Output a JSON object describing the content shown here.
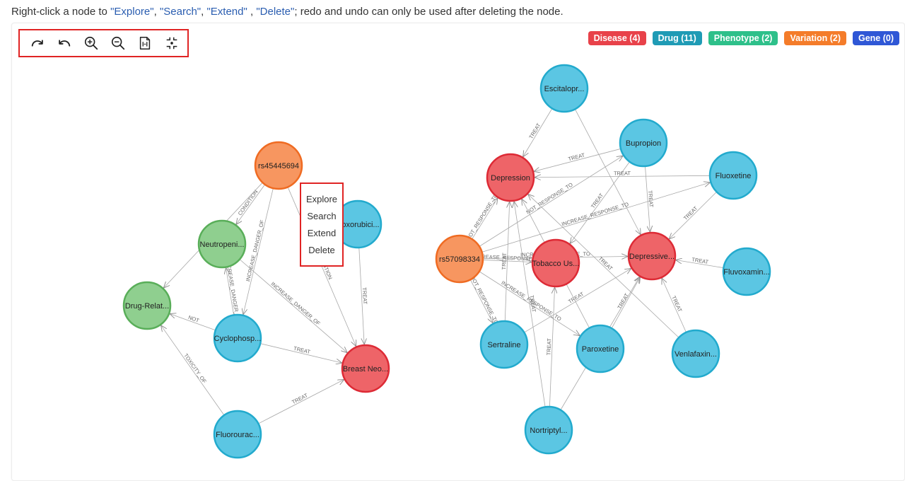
{
  "instruction": {
    "prefix": "Right-click a node to ",
    "explore": "\"Explore\"",
    "sep1": ", ",
    "search": "\"Search\"",
    "sep2": ", ",
    "extend": "\"Extend\"",
    "sep3": " , ",
    "delete": "\"Delete\"",
    "suffix": "; redo and undo can only be used after deleting the node."
  },
  "toolbar": {
    "icons": [
      "redo-icon",
      "undo-icon",
      "zoom-in-icon",
      "zoom-out-icon",
      "fit-to-page-icon",
      "center-icon"
    ]
  },
  "legend": [
    {
      "label": "Disease (4)",
      "color": "#e8424a"
    },
    {
      "label": "Drug (11)",
      "color": "#1f9bb5"
    },
    {
      "label": "Phenotype (2)",
      "color": "#2ec08a"
    },
    {
      "label": "Variation (2)",
      "color": "#f47c2a"
    },
    {
      "label": "Gene (0)",
      "color": "#2f57d6"
    }
  ],
  "context_menu": {
    "explore": "Explore",
    "search": "Search",
    "extend": "Extend",
    "delete": "Delete"
  },
  "colors": {
    "disease_fill": "#ee6468",
    "disease_stroke": "#dd2a35",
    "drug_fill": "#5bc6e3",
    "drug_stroke": "#22aacd",
    "phenotype_fill": "#8fcf8f",
    "phenotype_stroke": "#59ae59",
    "variation_fill": "#f79660",
    "variation_stroke": "#ef6b22",
    "edge": "#a8a8a8"
  },
  "graph": {
    "nodes": [
      {
        "id": "rs45445694",
        "label": "rs45445694",
        "type": "variation"
      },
      {
        "id": "doxorubicin",
        "label": "Doxorubici...",
        "type": "drug"
      },
      {
        "id": "neutropenia",
        "label": "Neutropeni...",
        "type": "phenotype"
      },
      {
        "id": "drugrelated",
        "label": "Drug-Relat...",
        "type": "phenotype"
      },
      {
        "id": "cyclophosphamide",
        "label": "Cyclophosp...",
        "type": "drug"
      },
      {
        "id": "breastneo",
        "label": "Breast Neo...",
        "type": "disease"
      },
      {
        "id": "fluorouracil",
        "label": "Fluorourac...",
        "type": "drug"
      },
      {
        "id": "escitalopram",
        "label": "Escitalopr...",
        "type": "drug"
      },
      {
        "id": "bupropion",
        "label": "Bupropion",
        "type": "drug"
      },
      {
        "id": "depression",
        "label": "Depression",
        "type": "disease"
      },
      {
        "id": "fluoxetine",
        "label": "Fluoxetine",
        "type": "drug"
      },
      {
        "id": "rs57098334",
        "label": "rs57098334",
        "type": "variation"
      },
      {
        "id": "tobacco",
        "label": "Tobacco Us...",
        "type": "disease"
      },
      {
        "id": "depressive",
        "label": "Depressive...",
        "type": "disease"
      },
      {
        "id": "fluvoxamine",
        "label": "Fluvoxamin...",
        "type": "drug"
      },
      {
        "id": "sertraline",
        "label": "Sertraline",
        "type": "drug"
      },
      {
        "id": "paroxetine",
        "label": "Paroxetine",
        "type": "drug"
      },
      {
        "id": "venlafaxine",
        "label": "Venlafaxin...",
        "type": "drug"
      },
      {
        "id": "nortriptyline",
        "label": "Nortriptyl...",
        "type": "drug"
      }
    ],
    "edges": [
      {
        "s": "rs45445694",
        "t": "neutropenia",
        "label": "CONDITION"
      },
      {
        "s": "rs45445694",
        "t": "drugrelated",
        "label": "CONDITION"
      },
      {
        "s": "rs45445694",
        "t": "breastneo",
        "label": "CONDITION"
      },
      {
        "s": "rs45445694",
        "t": "cyclophosphamide",
        "label": "INCREASE_DANGER_OF"
      },
      {
        "s": "neutropenia",
        "t": "breastneo",
        "label": "INCREASE_DANGER_OF"
      },
      {
        "s": "cyclophosphamide",
        "t": "neutropenia",
        "label": "INCREASE_DANGER_OF"
      },
      {
        "s": "cyclophosphamide",
        "t": "drugrelated",
        "label": "NOT"
      },
      {
        "s": "fluorouracil",
        "t": "drugrelated",
        "label": "TOXICITY_OF"
      },
      {
        "s": "cyclophosphamide",
        "t": "breastneo",
        "label": "TREAT"
      },
      {
        "s": "doxorubicin",
        "t": "breastneo",
        "label": "TREAT"
      },
      {
        "s": "fluorouracil",
        "t": "breastneo",
        "label": "TREAT"
      },
      {
        "s": "escitalopram",
        "t": "depression",
        "label": "TREAT"
      },
      {
        "s": "escitalopram",
        "t": "depressive",
        "label": ""
      },
      {
        "s": "bupropion",
        "t": "depression",
        "label": "TREAT"
      },
      {
        "s": "bupropion",
        "t": "depressive",
        "label": "TREAT"
      },
      {
        "s": "bupropion",
        "t": "tobacco",
        "label": "TREAT"
      },
      {
        "s": "fluoxetine",
        "t": "depressive",
        "label": "TREAT"
      },
      {
        "s": "fluoxetine",
        "t": "depression",
        "label": "TREAT"
      },
      {
        "s": "fluvoxamine",
        "t": "depressive",
        "label": "TREAT"
      },
      {
        "s": "rs57098334",
        "t": "depression",
        "label": "NOT_RESPONSE_TO"
      },
      {
        "s": "rs57098334",
        "t": "tobacco",
        "label": "INCREASE_RESPONSE_TO"
      },
      {
        "s": "rs57098334",
        "t": "depressive",
        "label": "INCREASE_RESPONSE_TO"
      },
      {
        "s": "rs57098334",
        "t": "bupropion",
        "label": "NOT_RESPONSE_TO"
      },
      {
        "s": "rs57098334",
        "t": "fluoxetine",
        "label": "INCREASE_RESPONSE_TO"
      },
      {
        "s": "rs57098334",
        "t": "sertraline",
        "label": "NOT_RESPONSE_TO"
      },
      {
        "s": "rs57098334",
        "t": "paroxetine",
        "label": "INCREASE_RESPONSE_TO"
      },
      {
        "s": "sertraline",
        "t": "depression",
        "label": "TREAT"
      },
      {
        "s": "sertraline",
        "t": "depressive",
        "label": "TREAT"
      },
      {
        "s": "paroxetine",
        "t": "depressive",
        "label": "TREAT"
      },
      {
        "s": "paroxetine",
        "t": "depression",
        "label": "TREAT"
      },
      {
        "s": "venlafaxine",
        "t": "depressive",
        "label": "TREAT"
      },
      {
        "s": "venlafaxine",
        "t": "depression",
        "label": "TREAT"
      },
      {
        "s": "nortriptyline",
        "t": "depression",
        "label": "TREAT"
      },
      {
        "s": "nortriptyline",
        "t": "tobacco",
        "label": "TREAT"
      },
      {
        "s": "nortriptyline",
        "t": "depressive",
        "label": ""
      }
    ]
  }
}
